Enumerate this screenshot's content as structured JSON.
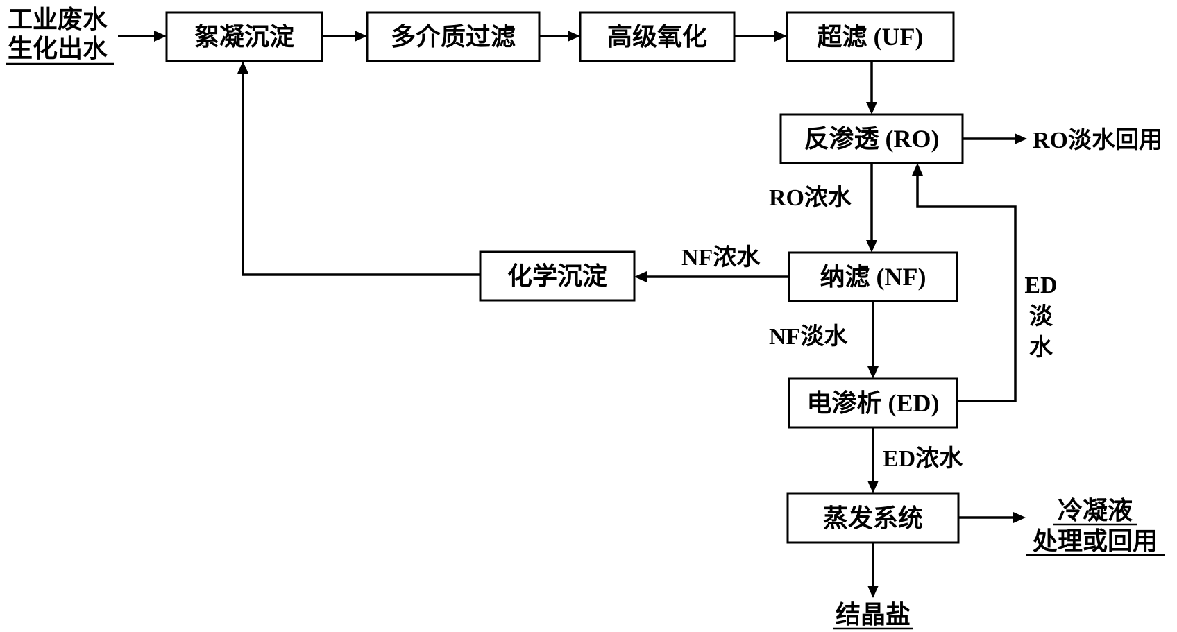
{
  "source": {
    "line1": "工业废水",
    "line2": "生化出水"
  },
  "nodes": {
    "coagulation": "絮凝沉淀",
    "multimedia": "多介质过滤",
    "oxidation": "高级氧化",
    "uf": "超滤 (UF)",
    "ro": "反渗透 (RO)",
    "nf": "纳滤 (NF)",
    "chem": "化学沉淀",
    "ed": "电渗析 (ED)",
    "evap": "蒸发系统"
  },
  "labels": {
    "ro_fresh": "RO淡水回用",
    "ro_conc": "RO浓水",
    "nf_conc": "NF浓水",
    "nf_fresh": "NF淡水",
    "ed_fresh": [
      "ED",
      "淡",
      "水"
    ],
    "ed_conc": "ED浓水"
  },
  "outputs": {
    "condensate_line1": "冷凝液",
    "condensate_line2": "处理或回用",
    "salt": "结晶盐"
  }
}
